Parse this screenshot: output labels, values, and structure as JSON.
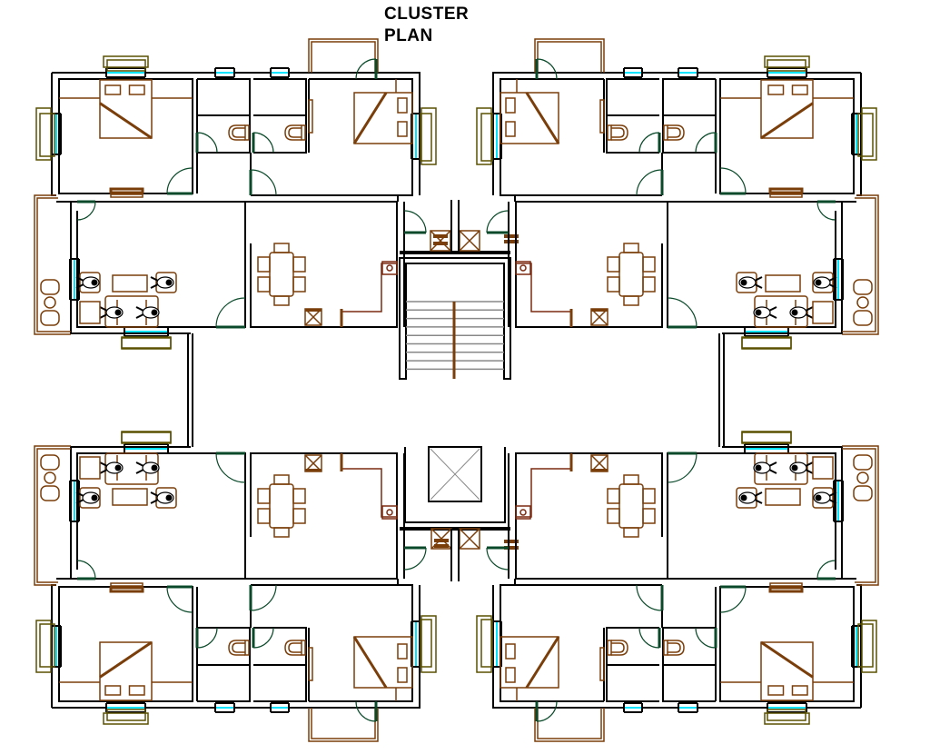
{
  "title": {
    "line1": "CLUSTER",
    "line2": "PLAN"
  },
  "colors": {
    "walls": "#000000",
    "furniture": "#7a3e0a",
    "doors": "#0a4a2a",
    "glazing": "#00e5ff",
    "sills": "#5a5000",
    "stairs": "#888888"
  },
  "plan": {
    "flats": [
      {
        "id": "top-left",
        "bedrooms": 2,
        "toilets": 2,
        "living_room": true,
        "dining_seats": 6,
        "balconies": 2
      },
      {
        "id": "top-right",
        "bedrooms": 2,
        "toilets": 2,
        "living_room": true,
        "dining_seats": 6,
        "balconies": 2
      },
      {
        "id": "bottom-left",
        "bedrooms": 2,
        "toilets": 2,
        "living_room": true,
        "dining_seats": 6,
        "balconies": 2
      },
      {
        "id": "bottom-right",
        "bedrooms": 2,
        "toilets": 2,
        "living_room": true,
        "dining_seats": 6,
        "balconies": 2
      }
    ],
    "core": {
      "staircase": true,
      "lift": true,
      "lobby": true
    }
  }
}
